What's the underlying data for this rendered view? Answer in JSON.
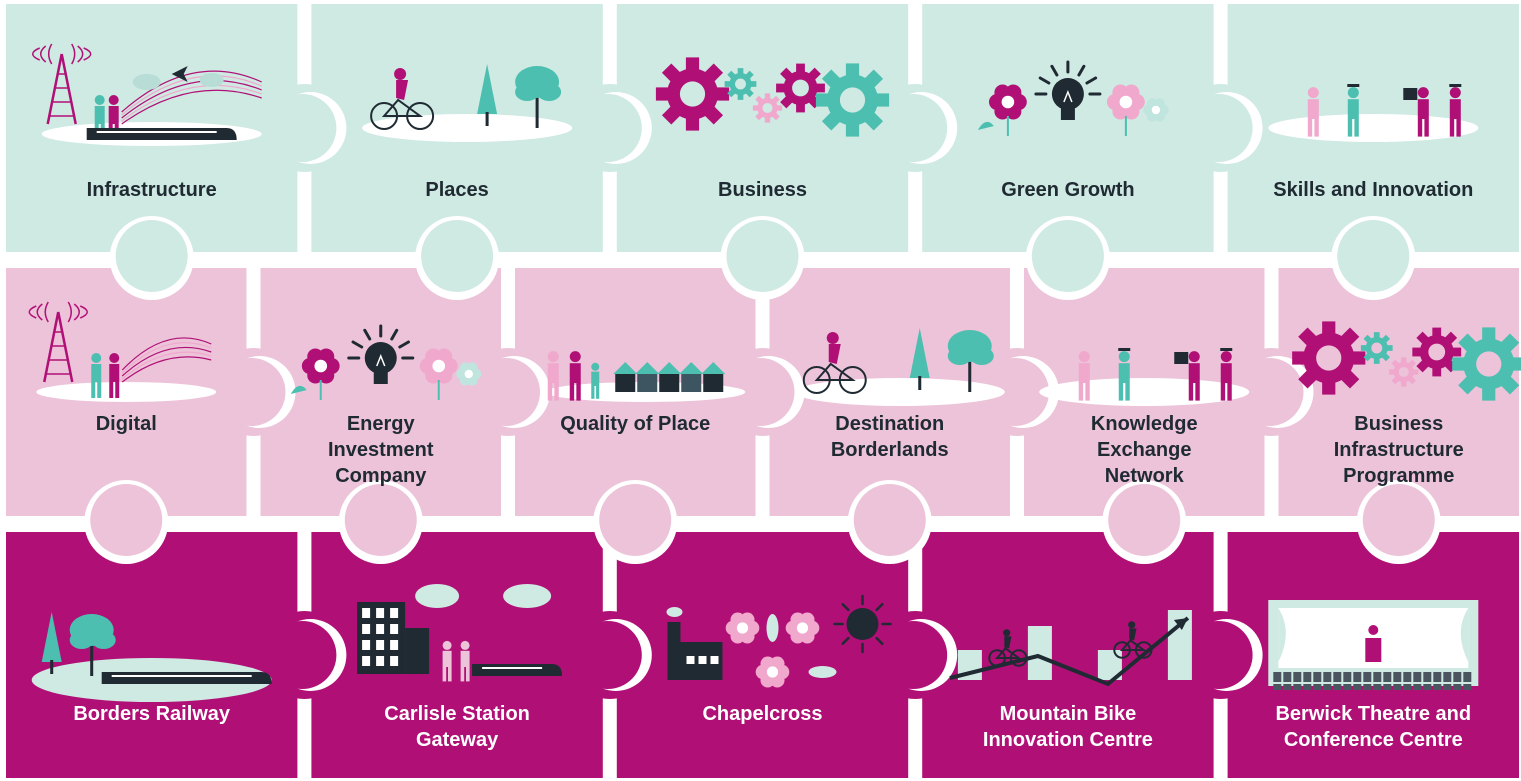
{
  "colors": {
    "mint": "#cfe9e3",
    "pink": "#ecc3d9",
    "magenta": "#b01076",
    "teal": "#4cbfb0",
    "dark": "#1f2a33",
    "lightpink": "#f0a8cc",
    "white": "#ffffff"
  },
  "rows": [
    {
      "theme": "mint",
      "tiles": [
        {
          "label": [
            "Infrastructure"
          ],
          "icon": "infrastructure-icon"
        },
        {
          "label": [
            "Places"
          ],
          "icon": "cyclist-trees-icon"
        },
        {
          "label": [
            "Business"
          ],
          "icon": "gears-icon"
        },
        {
          "label": [
            "Green Growth"
          ],
          "icon": "lightbulb-flowers-icon"
        },
        {
          "label": [
            "Skills and Innovation"
          ],
          "icon": "people-graduates-icon"
        }
      ]
    },
    {
      "theme": "pink",
      "tiles": [
        {
          "label": [
            "Digital"
          ],
          "icon": "radio-mast-people-icon"
        },
        {
          "label": [
            "Energy",
            "Investment",
            "Company"
          ],
          "icon": "lightbulb-flowers-icon"
        },
        {
          "label": [
            "Quality of Place"
          ],
          "icon": "family-houses-icon"
        },
        {
          "label": [
            "Destination",
            "Borderlands"
          ],
          "icon": "cyclist-trees-icon"
        },
        {
          "label": [
            "Knowledge",
            "Exchange",
            "Network"
          ],
          "icon": "people-graduates-icon"
        },
        {
          "label": [
            "Business",
            "Infrastructure",
            "Programme"
          ],
          "icon": "gears-icon"
        }
      ]
    },
    {
      "theme": "magenta",
      "tiles": [
        {
          "label": [
            "Borders Railway"
          ],
          "icon": "train-trees-icon"
        },
        {
          "label": [
            "Carlisle Station",
            "Gateway"
          ],
          "icon": "station-building-icon"
        },
        {
          "label": [
            "Chapelcross"
          ],
          "icon": "factory-flowers-sun-icon"
        },
        {
          "label": [
            "Mountain Bike",
            "Innovation Centre"
          ],
          "icon": "bike-growth-chart-icon"
        },
        {
          "label": [
            "Berwick Theatre and",
            "Conference Centre"
          ],
          "icon": "theatre-stage-icon"
        }
      ]
    }
  ]
}
